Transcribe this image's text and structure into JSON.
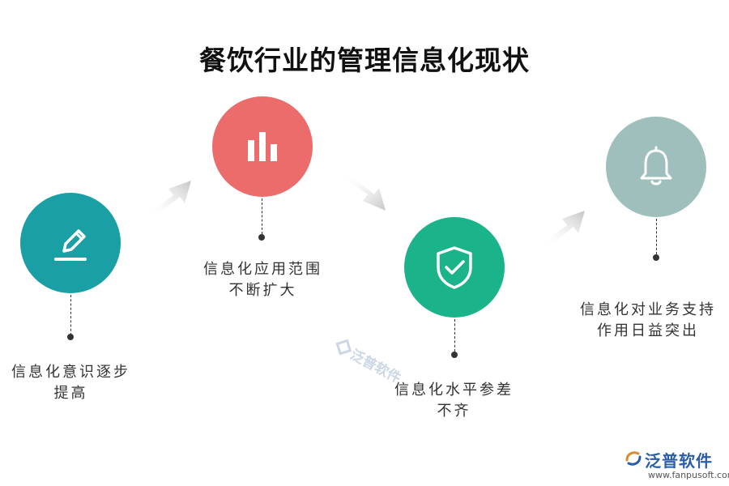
{
  "title": "餐饮行业的管理信息化现状",
  "steps": [
    {
      "icon": "pencil-icon",
      "color": "#1a9fa5",
      "line1": "信息化意识逐步",
      "line2": "提高"
    },
    {
      "icon": "bar-chart-icon",
      "color": "#ec6b6b",
      "line1": "信息化应用范围",
      "line2": "不断扩大"
    },
    {
      "icon": "shield-check-icon",
      "color": "#1ab38a",
      "line1": "信息化水平参差",
      "line2": "不齐"
    },
    {
      "icon": "bell-icon",
      "color": "#9ebfbb",
      "line1": "信息化对业务支持",
      "line2": "作用日益突出"
    }
  ],
  "watermark": {
    "brand": "泛普软件",
    "url": "www.fanpusoft.com"
  }
}
